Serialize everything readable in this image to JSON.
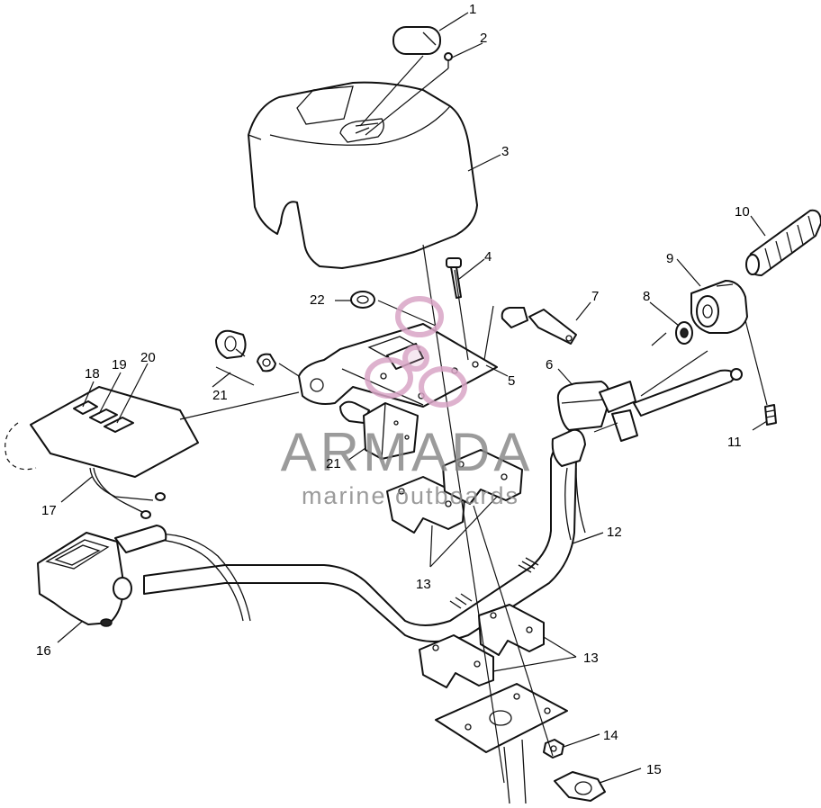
{
  "watermark": {
    "brand": "ARMADA",
    "tagline": "marine outboards",
    "color": "#d9a5c6"
  },
  "callouts": {
    "c1": "1",
    "c2": "2",
    "c3": "3",
    "c4": "4",
    "c5": "5",
    "c6": "6",
    "c7": "7",
    "c8": "8",
    "c9": "9",
    "c10": "10",
    "c11": "11",
    "c12": "12",
    "c13a": "13",
    "c13b": "13",
    "c14": "14",
    "c15": "15",
    "c16": "16",
    "c17": "17",
    "c18": "18",
    "c19": "19",
    "c20": "20",
    "c21a": "21",
    "c21b": "21",
    "c22": "22"
  }
}
